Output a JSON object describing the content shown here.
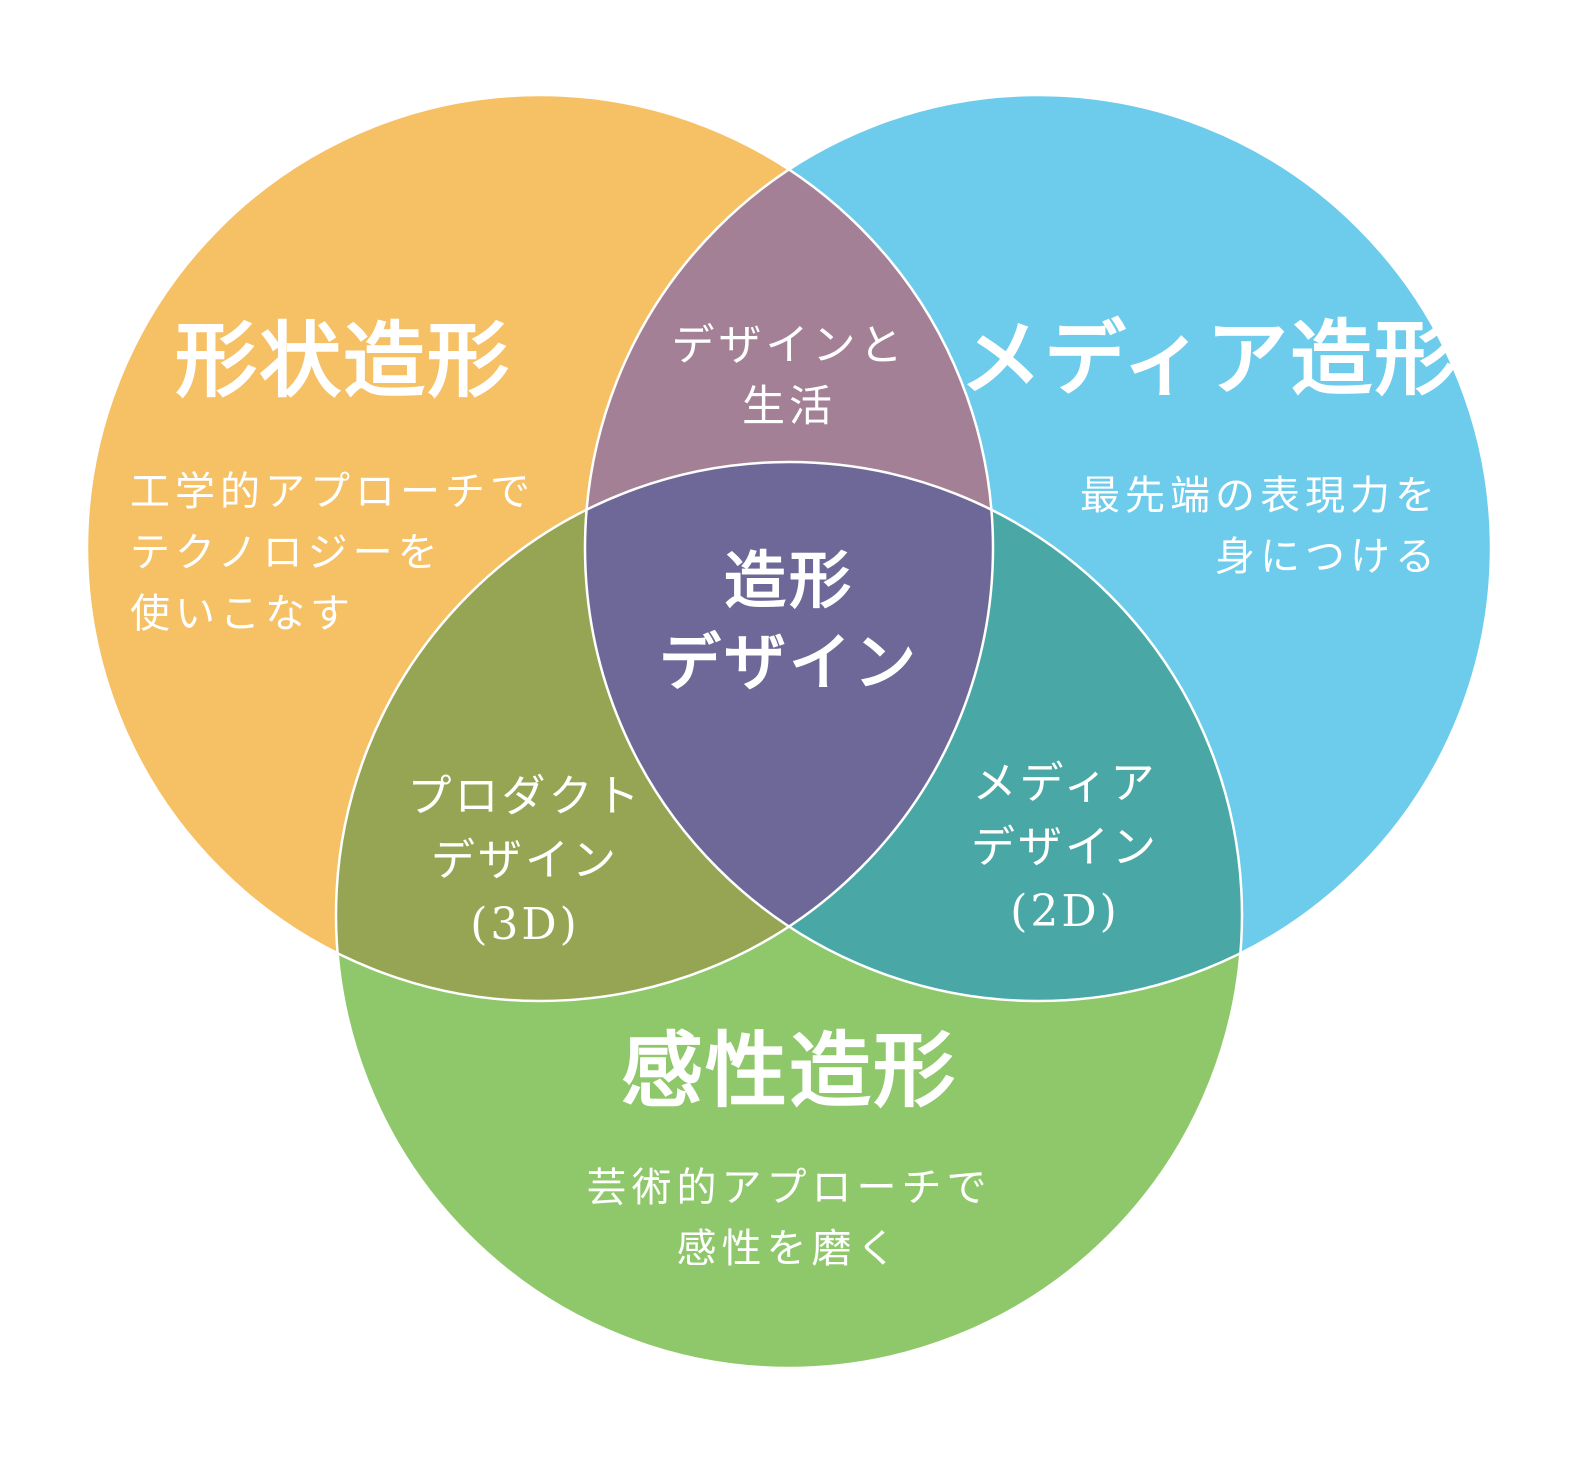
{
  "colors": {
    "shape": "#F6C065",
    "media": "#6DCBEC",
    "kansei": "#8EC86A",
    "shape_media": "#A38096",
    "shape_kansei": "#96A553",
    "media_kansei": "#49A8A5",
    "center": "#6D6897",
    "outline": "#ffffff"
  },
  "circles": {
    "shape": {
      "title": "形状造形",
      "desc": [
        "工学的アプローチで",
        "テクノロジーを",
        "使いこなす"
      ]
    },
    "media": {
      "title": "メディア造形",
      "desc": [
        "最先端の表現力を",
        "身につける"
      ]
    },
    "kansei": {
      "title": "感性造形",
      "desc": [
        "芸術的アプローチで",
        "感性を磨く"
      ]
    }
  },
  "overlaps": {
    "shape_media": [
      "デザインと",
      "生活"
    ],
    "shape_kansei": [
      "プロダクト",
      "デザイン",
      "(3D)"
    ],
    "media_kansei": [
      "メディア",
      "デザイン",
      "(2D)"
    ],
    "center": [
      "造形",
      "デザイン"
    ]
  }
}
